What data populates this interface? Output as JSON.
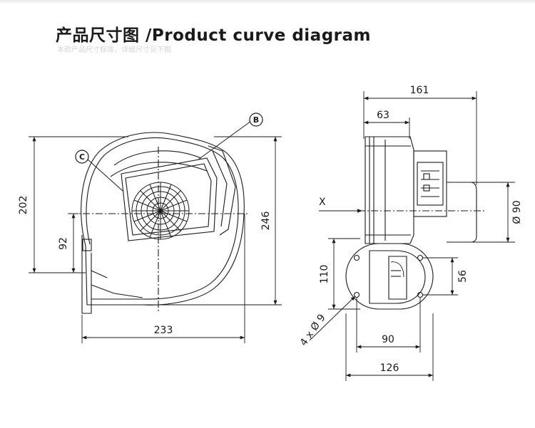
{
  "header": {
    "title": "产品尺寸图 /Product curve diagram",
    "subtitle": "本款产品尺寸标准，详细尺寸见下图"
  },
  "callouts": {
    "b": "B",
    "c": "C"
  },
  "axis_marker": "X",
  "dimensions": {
    "width_161": "161",
    "width_63": "63",
    "height_202": "202",
    "height_92": "92",
    "height_246": "246",
    "width_233": "233",
    "diameter_90": "Ø 90",
    "height_110": "110",
    "height_56": "56",
    "holes_4x9": "4 x Ø 9",
    "width_90": "90",
    "width_126": "126"
  },
  "colors": {
    "line": "#1a1a1a",
    "fill": "#ffffff",
    "header_rule": "#eeeeee"
  }
}
